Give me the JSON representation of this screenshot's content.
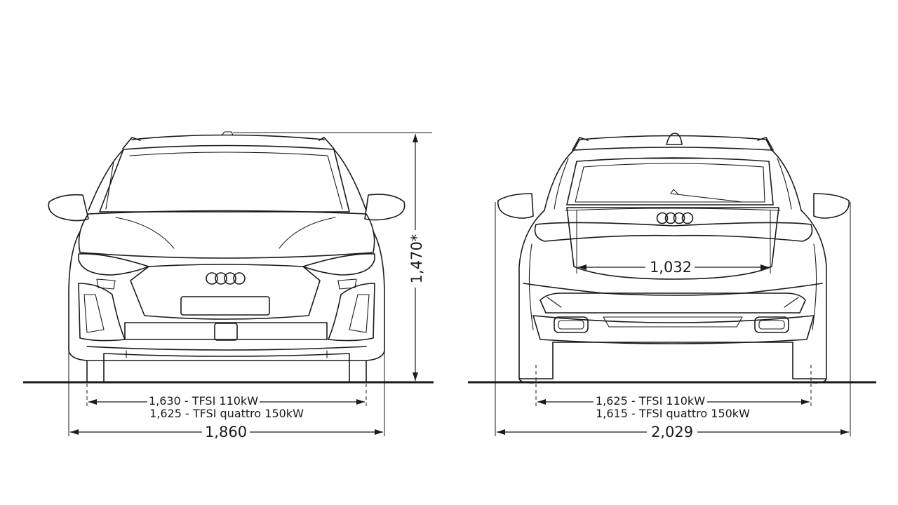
{
  "front_view": {
    "width_total": "1,860",
    "height_total": "1,470*",
    "track_line_1": "1,630 - TFSI 110kW",
    "track_line_2": "1,625 - TFSI quattro 150kW"
  },
  "rear_view": {
    "width_with_mirrors": "2,029",
    "boot_opening_width": "1,032",
    "track_line_1": "1,625 - TFSI 110kW",
    "track_line_2": "1,615 - TFSI quattro 150kW"
  },
  "colors": {
    "line": "#1a1a1a",
    "background": "#ffffff"
  }
}
